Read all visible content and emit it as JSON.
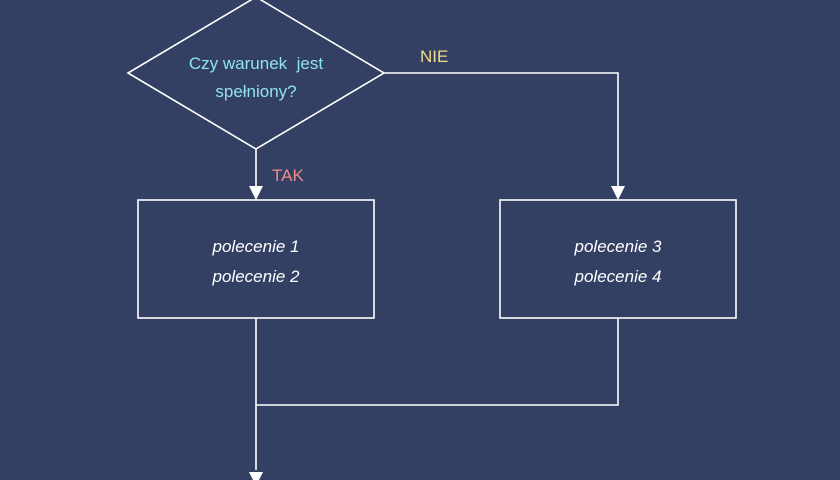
{
  "decision": {
    "lines": [
      "Czy warunek  jest",
      "spełniony?"
    ]
  },
  "branch_yes": {
    "label": "TAK",
    "commands": [
      "polecenie 1",
      "polecenie 2"
    ]
  },
  "branch_no": {
    "label": "NIE",
    "commands": [
      "polecenie 3",
      "polecenie 4"
    ]
  },
  "colors": {
    "background": "#334063",
    "line": "#ffffff",
    "condition_text": "#8fe3f0",
    "command_text": "#ffffff",
    "yes_label": "#f08a8a",
    "no_label": "#f0dc8a"
  }
}
